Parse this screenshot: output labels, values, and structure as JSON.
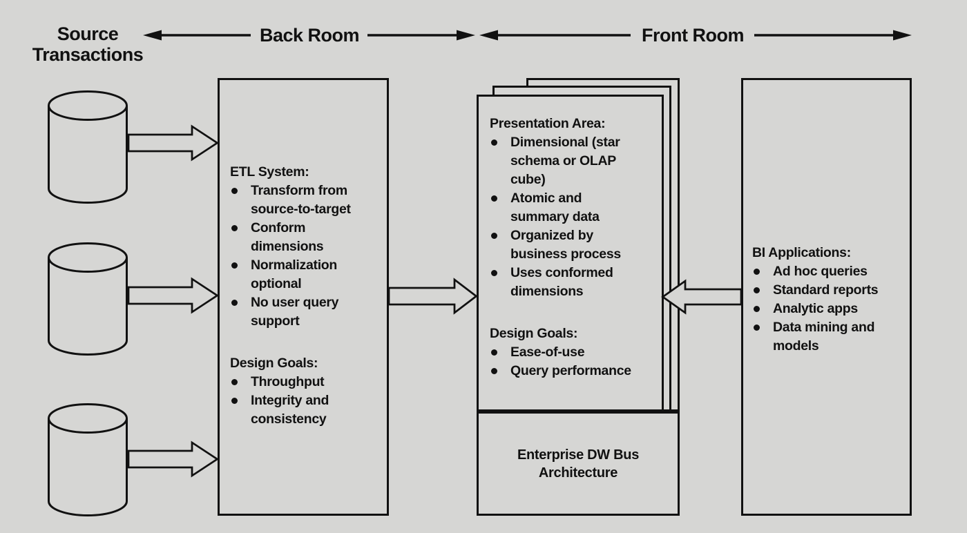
{
  "header": {
    "source_label": "Source\nTransactions",
    "back_room_label": "Back Room",
    "front_room_label": "Front Room"
  },
  "source_column": {
    "icon": "database-cylinder",
    "database_count": 3
  },
  "etl_box": {
    "title": "ETL System:",
    "bullets": [
      "Transform from\nsource-to-target",
      "Conform\ndimensions",
      "Normalization\noptional",
      "No user query\nsupport"
    ],
    "goals_title": "Design Goals:",
    "goals": [
      "Throughput",
      "Integrity and\nconsistency"
    ]
  },
  "presentation_box": {
    "title": "Presentation Area:",
    "bullets": [
      "Dimensional (star\nschema or OLAP\ncube)",
      "Atomic and\nsummary data",
      "Organized by\nbusiness process",
      "Uses conformed\ndimensions"
    ],
    "goals_title": "Design Goals:",
    "goals": [
      "Ease-of-use",
      "Query performance"
    ],
    "bus_label": "Enterprise DW Bus\nArchitecture"
  },
  "bi_box": {
    "title": "BI Applications:",
    "bullets": [
      "Ad hoc queries",
      "Standard reports",
      "Analytic apps",
      "Data mining and\nmodels"
    ]
  },
  "colors": {
    "background": "#d6d6d4",
    "line": "#111111",
    "text": "#111111"
  }
}
